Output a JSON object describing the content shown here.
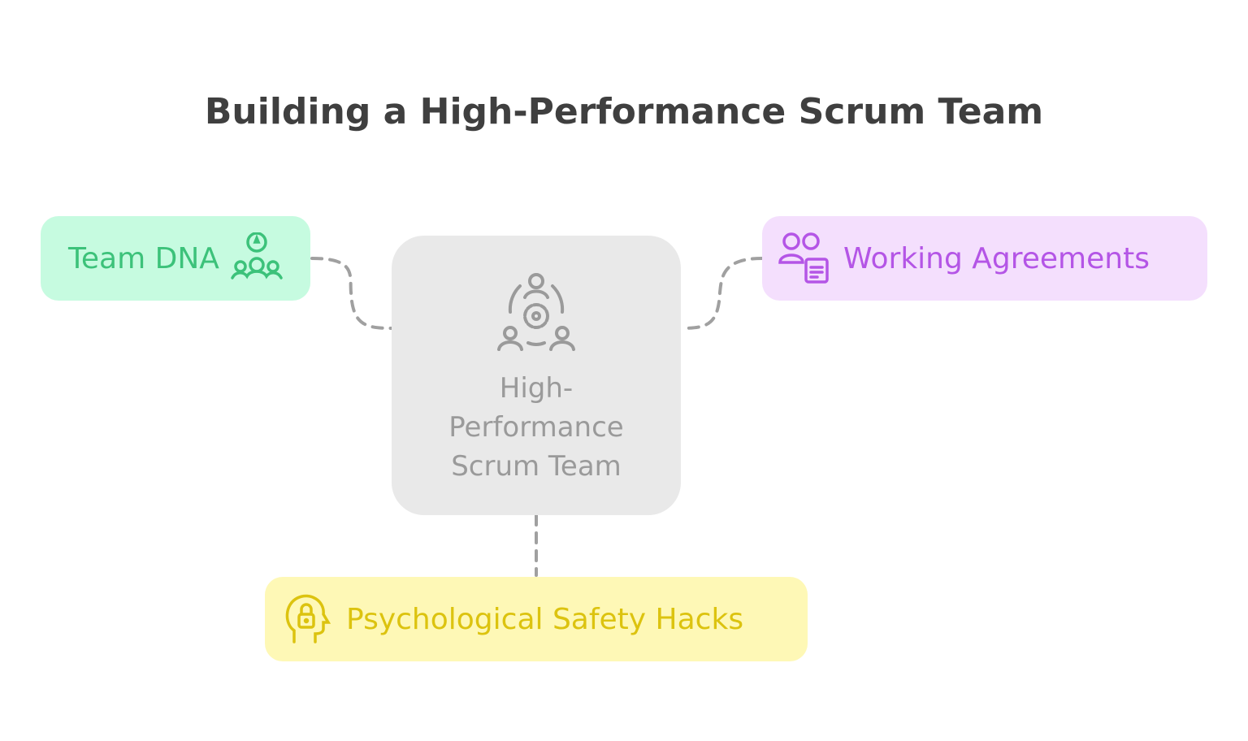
{
  "title": "Building a High-Performance Scrum Team",
  "center": {
    "lines": [
      "High-",
      "Performance",
      "Scrum Team"
    ],
    "icon": "team-gear-icon",
    "color": "#9a9a9a"
  },
  "nodes": {
    "team_dna": {
      "label": "Team DNA",
      "icon": "team-star-icon",
      "color": "#3cc27a",
      "bg": "#c6fbe0"
    },
    "working_agreements": {
      "label": "Working Agreements",
      "icon": "users-document-icon",
      "color": "#b455e6",
      "bg": "#f4dffd"
    },
    "psych_safety": {
      "label": "Psychological Safety Hacks",
      "icon": "head-lock-icon",
      "color": "#dcc30f",
      "bg": "#fef8b6"
    }
  }
}
